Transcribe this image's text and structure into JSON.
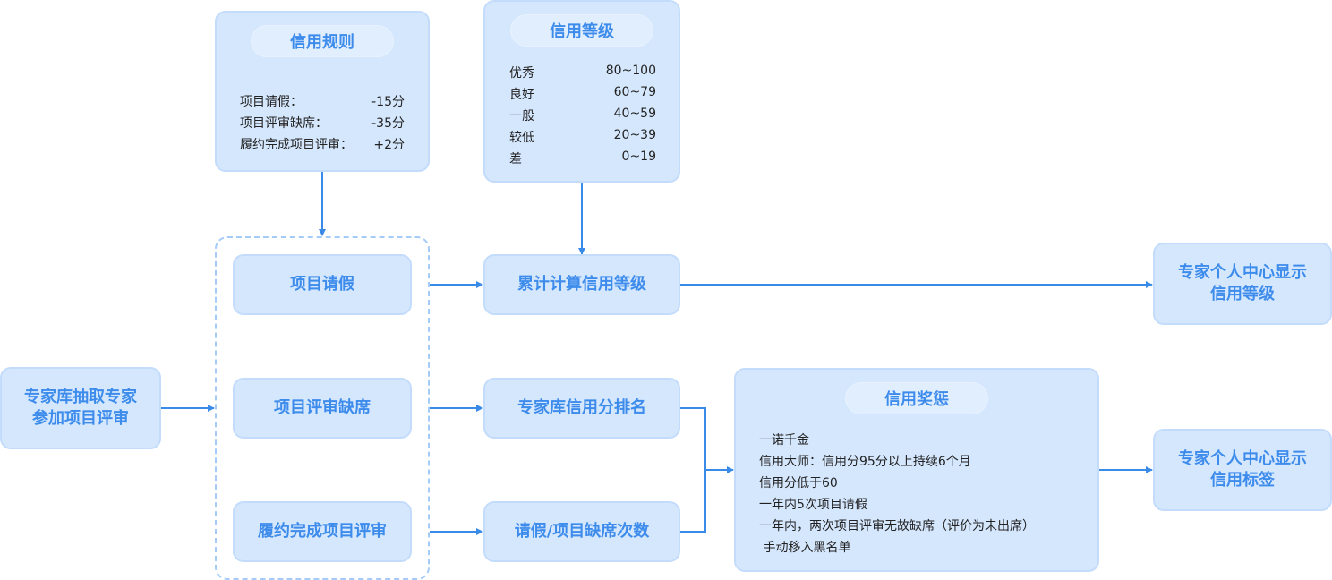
{
  "nodes": {
    "start": "专家库抽取专家\n参加项目评审",
    "leave": "项目请假",
    "absence": "项目评审缺席",
    "complete": "履约完成项目评审",
    "calc_level": "累计计算信用等级",
    "ranking": "专家库信用分排名",
    "counts": "请假/项目缺席次数",
    "show_level": "专家个人中心显示\n信用等级",
    "show_tag": "专家个人中心显示\n信用标签"
  },
  "credit_rules": {
    "title": "信用规则",
    "items": [
      {
        "label": "项目请假：",
        "value": "-15分"
      },
      {
        "label": "项目评审缺席：",
        "value": "-35分"
      },
      {
        "label": "履约完成项目评审：",
        "value": "+2分"
      }
    ]
  },
  "credit_levels": {
    "title": "信用等级",
    "items": [
      {
        "label": "优秀",
        "value": "80~100"
      },
      {
        "label": "良好",
        "value": "60~79"
      },
      {
        "label": "一般",
        "value": "40~59"
      },
      {
        "label": "较低",
        "value": "20~39"
      },
      {
        "label": "差",
        "value": "0~19"
      }
    ]
  },
  "rewards": {
    "title": "信用奖惩",
    "lines": [
      "一诺千金",
      "信用大师：信用分95分以上持续6个月",
      "信用分低于60",
      "一年内5次项目请假",
      "一年内，两次项目评审无故缺席（评价为未出席）",
      " 手动移入黑名单"
    ]
  },
  "colors": {
    "accent": "#3d8cec",
    "box_fill": "#d5e7fd",
    "box_border": "#c3dcfb",
    "dashed_border": "#a5ccf9",
    "arrow": "#3a8ae8"
  }
}
